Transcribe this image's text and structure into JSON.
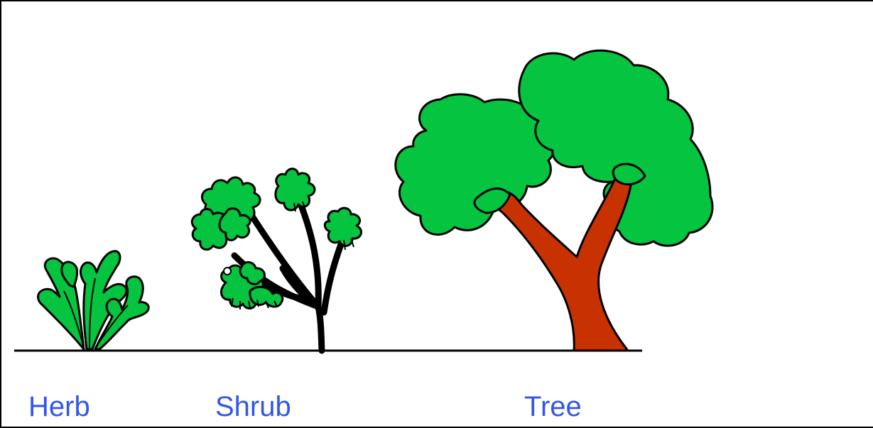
{
  "labels": {
    "herb": "Herb",
    "shrub": "Shrub",
    "tree": "Tree"
  },
  "colors": {
    "foliage": "#05c43f",
    "trunk": "#c83200",
    "label": "#3355ee",
    "outline": "#000000"
  }
}
